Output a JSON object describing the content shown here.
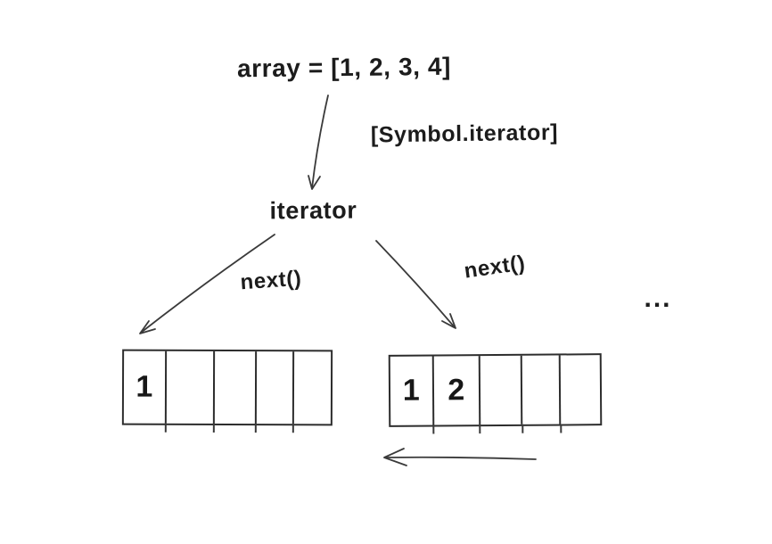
{
  "ink_color": "#2d2d2d",
  "background_color": "#ffffff",
  "diagram": {
    "array_expression": "array = [1, 2, 3, 4]",
    "symbol_iterator_label": "[Symbol.iterator]",
    "iterator_label": "iterator",
    "next_call_left_label": "next()",
    "next_call_right_label": "next()",
    "ellipsis": "...",
    "result_left": {
      "cells": [
        "1",
        "",
        "",
        "",
        ""
      ]
    },
    "result_right": {
      "cells": [
        "1",
        "2",
        "",
        "",
        ""
      ]
    },
    "edges": [
      {
        "from": "array expression",
        "to": "iterator",
        "label": "[Symbol.iterator]"
      },
      {
        "from": "iterator",
        "to": "left result array",
        "label": "next()"
      },
      {
        "from": "iterator",
        "to": "right result array",
        "label": "next()"
      },
      {
        "from": "right result array",
        "to": "left result array",
        "label": ""
      }
    ]
  }
}
